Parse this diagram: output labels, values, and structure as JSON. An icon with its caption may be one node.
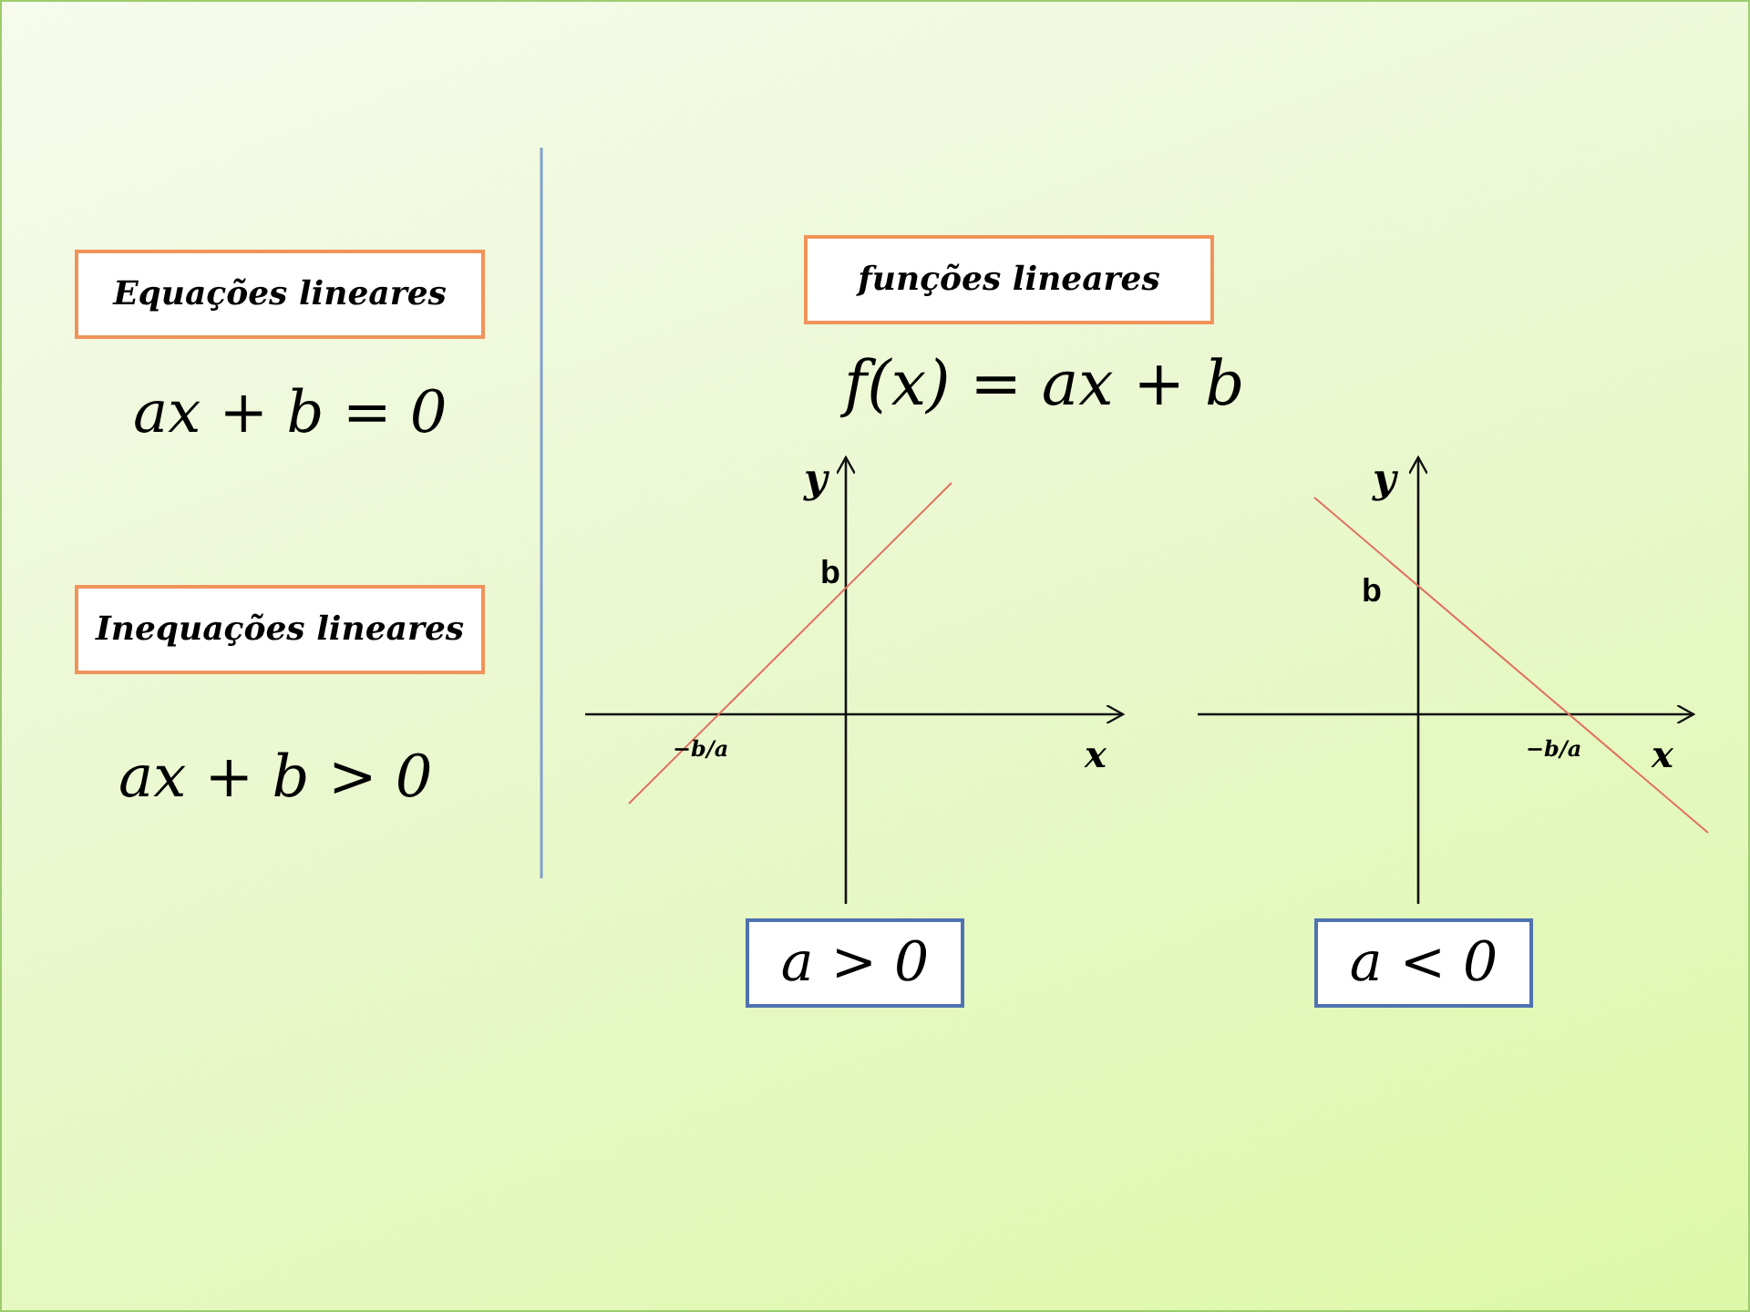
{
  "diagram": {
    "nodes": [
      {
        "text": [
          "Equações lineares"
        ]
      },
      {
        "text": [
          "Inequações lineares"
        ]
      },
      {
        "text": [
          "funções lineares"
        ]
      },
      {
        "text": [
          "a > 0"
        ]
      },
      {
        "text": [
          "a < 0"
        ]
      }
    ],
    "labels": [
      "ax + b = 0",
      "ax + b > 0",
      "f(x) = ax + b",
      "y",
      "b",
      "−b/a",
      "x",
      "y",
      "b",
      "−b/a",
      "x"
    ]
  }
}
